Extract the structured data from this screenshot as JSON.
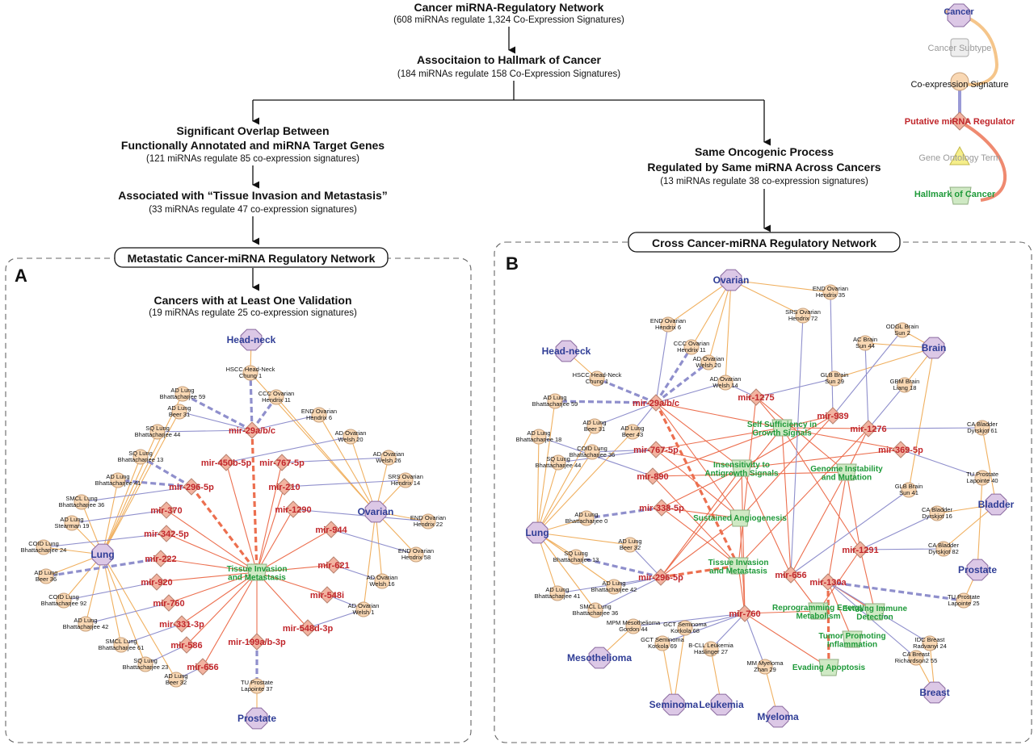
{
  "flow": {
    "n1_title": "Cancer miRNA-Regulatory Network",
    "n1_sub": "(608 miRNAs regulate 1,324 Co-Expression Signatures)",
    "n2_title": "Associtaion to Hallmark of Cancer",
    "n2_sub": "(184 miRNAs regulate 158 Co-Expression Signatures)",
    "n3_title1": "Significant Overlap Between",
    "n3_title2": "Functionally Annotated and miRNA Target Genes",
    "n3_sub": "(121 miRNAs regulate 85 co-expression signatures)",
    "n4_title": "Associated with “Tissue Invasion and Metastasis”",
    "n4_sub": "(33 miRNAs regulate 47 co-expression signatures)",
    "n5_title1": "Same Oncogenic Process",
    "n5_title2": "Regulated by Same miRNA Across Cancers",
    "n5_sub": "(13 miRNAs regulate 38 co-expression signatures)",
    "boxA_label": "Metastatic Cancer-miRNA Regulatory Network",
    "boxB_label": "Cross Cancer-miRNA Regulatory Network",
    "panelA": "A",
    "panelB": "B",
    "n6_title": "Cancers with at Least One Validation",
    "n6_sub": "(19 miRNAs regulate 25 co-expression signatures)"
  },
  "legend": {
    "cancer": "Cancer",
    "subtype": "Cancer Subtype",
    "signature": "Co-expression Signature",
    "mirna": "Putative miRNA Regulator",
    "go": "Gene Ontology Term",
    "hallmark": "Hallmark of Cancer"
  },
  "colors": {
    "cancer_fill": "#dcc8e6",
    "cancer_stroke": "#8a6aa0",
    "sig_fill": "#f9d8b4",
    "sig_stroke": "#c8a07a",
    "mirna_fill": "#f2b3a0",
    "mirna_stroke": "#b8826e",
    "hall_fill": "#cfe9c4",
    "hall_stroke": "#8fae80",
    "edge_orange": "#f0b060",
    "edge_red": "#ec6f4f",
    "edge_blue": "#8f8fcc",
    "mirna_text": "#c0262b",
    "cancer_text": "#2f3d96",
    "hall_text": "#1f9a3a"
  },
  "networkA": {
    "cancers": [
      "Head-neck",
      "Ovarian",
      "Lung",
      "Prostate"
    ],
    "hallmark": "Tissue Invasion and Metastasis",
    "mirnas": [
      "mir-29a/b/c",
      "mir-450b-5p",
      "mir-767-5p",
      "mir-296-5p",
      "mir-210",
      "mir-370",
      "mir-1290",
      "mir-342-5p",
      "mir-944",
      "mir-222",
      "mir-621",
      "mir-920",
      "mir-548i",
      "mir-760",
      "mir-548d-3p",
      "mir-331-3p",
      "mir-199a/b-3p",
      "mir-586",
      "mir-656"
    ],
    "signatures": [
      "HSCC Head-Neck Chung 1",
      "AD Lung Bhattacharjee 59",
      "CCC Ovarian Hendrix 11",
      "AD Lung Beer 31",
      "END Ovarian Hendrix 6",
      "SQ Lung Bhattacharjee 44",
      "AD Ovarian Welsh 20",
      "SQ Lung Bhattacharjee 13",
      "AD Ovarian Welsh 26",
      "AD Lung Bhattacharjee 41",
      "SRS Ovarian Hendrix 14",
      "SMCL Lung Bhattacharjee 36",
      "AD Lung Stearman 19",
      "END Ovarian Hendrix 22",
      "COID Lung Bhattacharjee 24",
      "END Ovarian Hendrix 58",
      "AD Lung Beer 36",
      "AD Ovarian Welsh 16",
      "COID Lung Bhattacharjee 92",
      "AD Ovarian Welsh 1",
      "AD Lung Bhattacharjee 42",
      "SMCL Lung Bhattacharjee 61",
      "SQ Lung Bhattacharjee 23",
      "AD Lung Beer 32",
      "TU Prostate Lapointe 37"
    ]
  },
  "networkB": {
    "cancers": [
      "Ovarian",
      "Head-neck",
      "Brain",
      "Bladder",
      "Lung",
      "Prostate",
      "Mesothelioma",
      "Seminoma",
      "Leukemia",
      "Myeloma",
      "Breast"
    ],
    "hallmarks": [
      "Self Sufficiency in Growth Signals",
      "Insensitivity to Antigrowth Signals",
      "Genome Instability and Mutation",
      "Sustained Angiogenesis",
      "Tissue Invasion and Metastasis",
      "Reprogramming Energy Metabolism",
      "Evading Immune Detection",
      "Tumor Promoting Inflammation",
      "Evading Apoptosis"
    ],
    "mirnas": [
      "mir-29a/b/c",
      "mir-1275",
      "mir-939",
      "mir-1276",
      "mir-369-5p",
      "mir-767-5p",
      "mir-890",
      "mir-338-5p",
      "mir-296-5p",
      "mir-656",
      "mir-1291",
      "mir-130a",
      "mir-760"
    ],
    "signatures": [
      "END Ovarian Hendrix 35",
      "SRS Ovarian Hendrix 72",
      "END Ovarian Hendrix 6",
      "ODGL Brain Sun 2",
      "CCC Ovarian Hendrix 11",
      "AC Brain Sun 44",
      "AD Ovarian Welsh 20",
      "HSCC Head-Neck Chung 1",
      "GLB Brain Sun 29",
      "AD Ovarian Welsh 14",
      "GBM Brain Liang 18",
      "AD Lung Bhattacharjee 59",
      "AD Lung Beer 31",
      "AD Lung Beer 43",
      "CA Bladder Dyrskjot 61",
      "AD Lung Bhattacharjee 18",
      "COID Lung Bhattacharjee 36",
      "SQ Lung Bhattacharjee 44",
      "TU Prostate Lapointe 40",
      "GLB Brain Sun 41",
      "AD Lung Bhattacharjee 0",
      "CA Bladder Dyrskjot 16",
      "AD Lung Beer 32",
      "SQ Lung Bhattacharjee 13",
      "CA Bladder Dyrskjot 82",
      "AD Lung Bhattacharjee 41",
      "AD Lung Bhattacharjee 42",
      "TU Prostate Lapointe 25",
      "SMCL Lung Bhattacharjee 36",
      "MPM Mesothelioma Gordon 44",
      "GCT Seminoma Korkola 68",
      "GCT Seminoma Korkola 69",
      "B-CLL Leukemia Haslinger 27",
      "IDC Breast Radvanyi 24",
      "CA Breast Richardson2 55",
      "MM Myeloma Zhan 29"
    ]
  }
}
